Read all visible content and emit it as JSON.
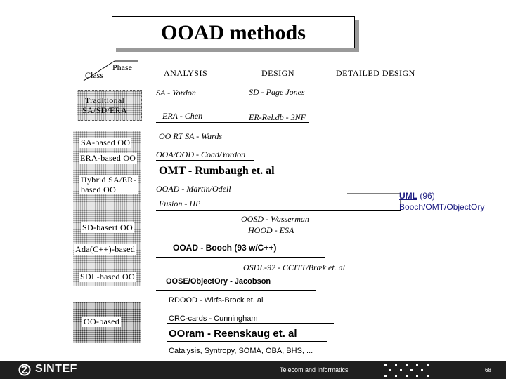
{
  "title": "OOAD methods",
  "corner": {
    "phase": "Phase",
    "class": "Class"
  },
  "headers": {
    "analysis": "ANALYSIS",
    "design": "DESIGN",
    "detailed": "DETAILED DESIGN"
  },
  "row_labels": {
    "traditional": "Traditional\nSA/SD/ERA",
    "sa_based": "SA-based OO",
    "era_based": "ERA-based OO",
    "hybrid": "Hybrid SA/ER-\nbased OO",
    "sd_based": "SD-basert OO",
    "ada_based": "Ada(C++)-based",
    "sdl_based": "SDL-based OO",
    "oo_based": "OO-based"
  },
  "methods": {
    "sa_yordon": "SA - Yordon",
    "sd_page_jones": "SD - Page Jones",
    "era_chen": "ERA - Chen",
    "er_rel": "ER-Rel.db - 3NF",
    "oo_rt_sa": "OO RT SA - Wards",
    "ooa_ood": "OOA/OOD  - Coad/Yordon",
    "omt": "OMT - Rumbaugh et. al",
    "ooad_martin": "OOAD - Martin/Odell",
    "uml_name": "UML",
    "uml_year": "(96)",
    "uml_authors": "Booch/OMT/ObjectOry",
    "fusion": "Fusion - HP",
    "oosd": "OOSD - Wasserman",
    "hood": "HOOD - ESA",
    "ooad_booch": "OOAD - Booch (93 w/C++)",
    "osdl": "OSDL-92 - CCITT/Bræk et. al",
    "oose": "OOSE/ObjectOry - Jacobson",
    "rdood": "RDOOD - Wirfs-Brock et. al",
    "crc": "CRC-cards - Cunningham",
    "ooram": "OOram - Reenskaug et. al",
    "others": "Catalysis, Syntropy, SOMA, OBA, BHS, ..."
  },
  "footer": {
    "logo": "SINTEF",
    "dept": "Telecom and Informatics",
    "page": "68"
  }
}
